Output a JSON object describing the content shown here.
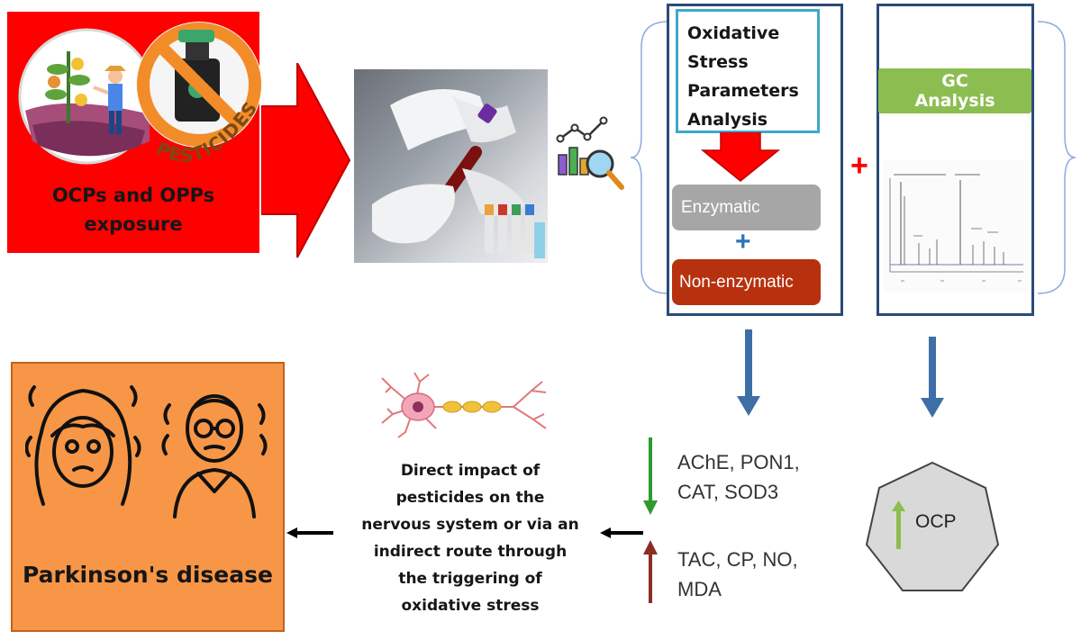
{
  "exposure": {
    "caption_line1": "OCPs and OPPs",
    "caption_line2": "exposure",
    "badge_text": "PESTICIDES"
  },
  "oxidative": {
    "title_lines": [
      "Oxidative",
      "Stress",
      "Parameters",
      "Analysis"
    ],
    "enzymatic": "Enzymatic",
    "non_enzymatic": "Non-enzymatic",
    "plus": "+"
  },
  "gc": {
    "title_line1": "GC",
    "title_line2": "Analysis"
  },
  "plus_red": "+",
  "markers": {
    "decreased_line1": "AChE, PON1,",
    "decreased_line2": "CAT, SOD3",
    "increased_line1": "TAC, CP, NO,",
    "increased_line2": "MDA"
  },
  "ocp": {
    "label": "OCP"
  },
  "impact": {
    "lines": [
      "Direct impact of",
      "pesticides on the",
      "nervous system or via an",
      "indirect route through",
      "the triggering  of",
      "oxidative stress"
    ]
  },
  "disease": {
    "caption": "Parkinson's disease"
  },
  "colors": {
    "red": "#ff0000",
    "orange": "#f79646",
    "navy": "#2c4a78",
    "green_arrow": "#2e9a2e",
    "brown_arrow": "#8b2d22",
    "gc_green": "#8cbd50",
    "arrow_blue": "#3d6fa6"
  }
}
